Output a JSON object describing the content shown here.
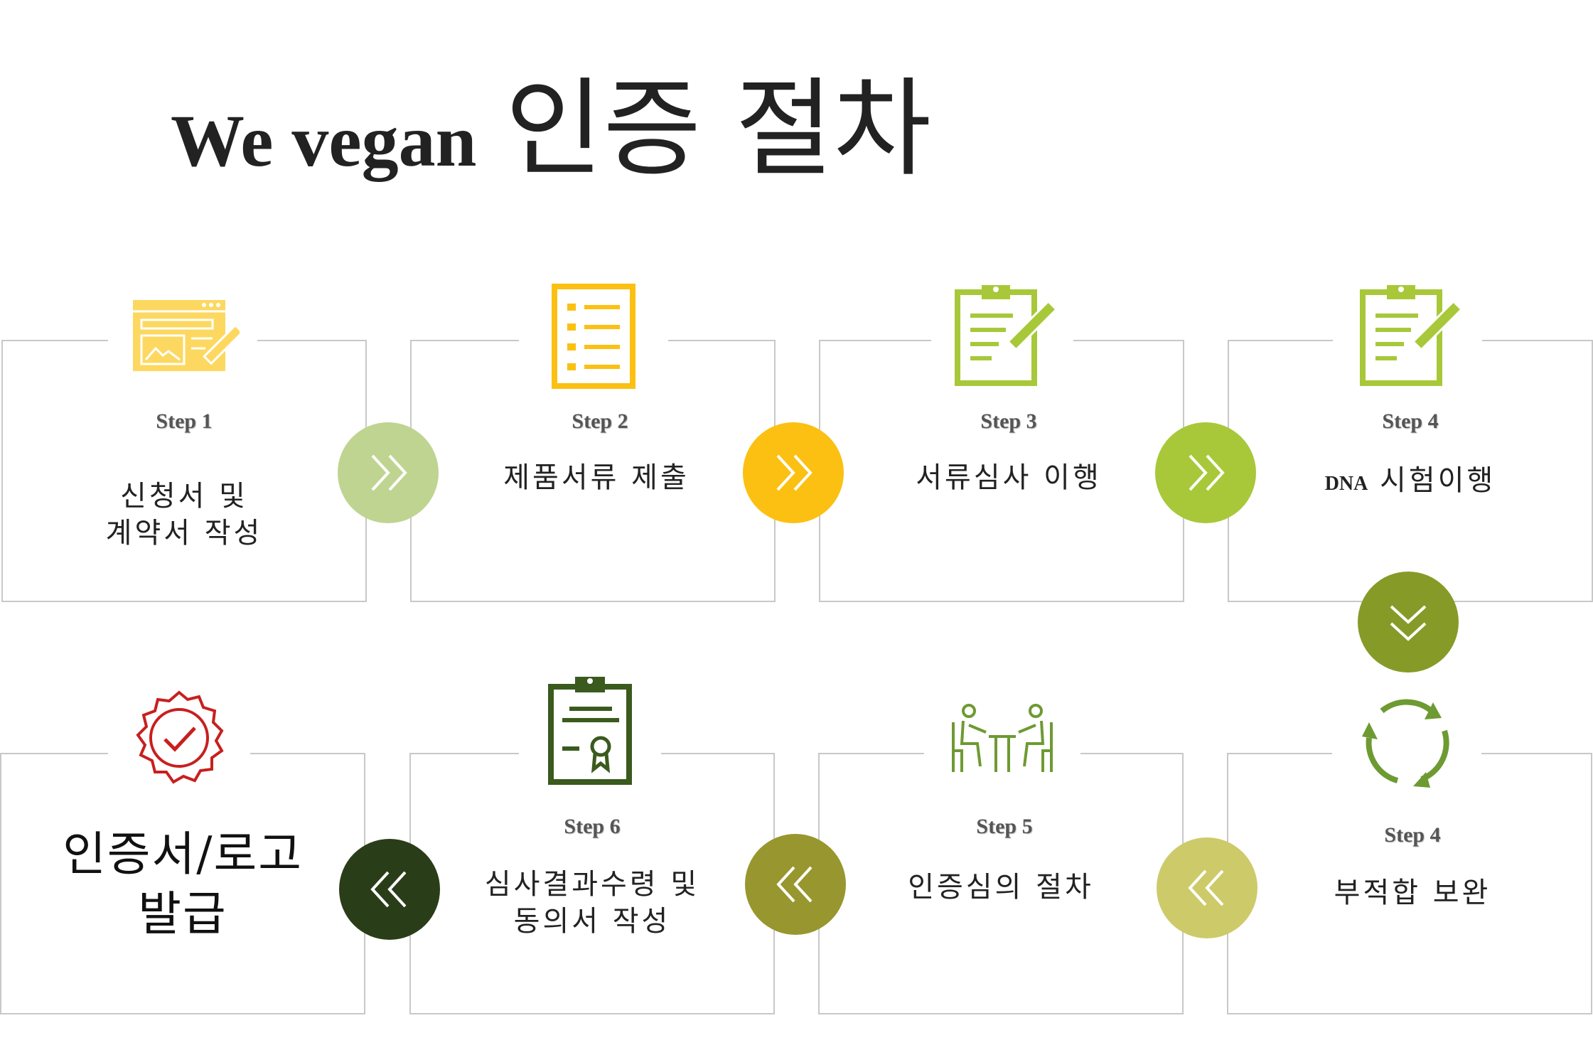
{
  "title": {
    "en": "We vegan",
    "ko": "인증 절차"
  },
  "colors": {
    "yellow_light": "#fdd860",
    "yellow": "#fbc012",
    "lime": "#a8c83a",
    "sage": "#bfd491",
    "amber": "#fbc012",
    "olive_mid": "#8a9a2a",
    "olive": "#98962e",
    "khaki": "#cdca6a",
    "forest": "#2a3d19",
    "dark_green": "#3a5a1e",
    "red": "#c81f1f",
    "border": "#c8c8c8"
  },
  "steps": [
    {
      "step": "Step 1",
      "label_lines": [
        "신청서 및",
        "계약서 작성"
      ],
      "icon": "web-form-edit-icon"
    },
    {
      "step": "Step 2",
      "label_lines": [
        "제품서류 제출"
      ],
      "icon": "document-list-icon"
    },
    {
      "step": "Step 3",
      "label_lines": [
        "서류심사 이행"
      ],
      "icon": "clipboard-edit-icon"
    },
    {
      "step": "Step 4",
      "label_prefix": "DNA",
      "label_lines": [
        "시험이행"
      ],
      "icon": "clipboard-edit-icon"
    },
    {
      "step": "Step 4",
      "label_lines": [
        "부적합 보완"
      ],
      "icon": "cycle-arrows-icon"
    },
    {
      "step": "Step 5",
      "label_lines": [
        "인증심의 절차"
      ],
      "icon": "meeting-people-icon"
    },
    {
      "step": "Step 6",
      "label_lines": [
        "심사결과수령 및",
        "동의서 작성"
      ],
      "icon": "certificate-clipboard-icon"
    },
    {
      "step": "",
      "label_lines": [
        "인증서/로고",
        "발급"
      ],
      "icon": "approval-badge-icon"
    }
  ],
  "arrows": [
    {
      "icon": "double-chevron-right-icon",
      "color": "#bfd491"
    },
    {
      "icon": "double-chevron-right-icon",
      "color": "#fbc012"
    },
    {
      "icon": "double-chevron-right-icon",
      "color": "#a8c83a"
    },
    {
      "icon": "double-chevron-down-icon",
      "color": "#869a27"
    },
    {
      "icon": "double-chevron-left-icon",
      "color": "#cdca6a"
    },
    {
      "icon": "double-chevron-left-icon",
      "color": "#98962e"
    },
    {
      "icon": "double-chevron-left-icon",
      "color": "#2a3d19"
    }
  ]
}
